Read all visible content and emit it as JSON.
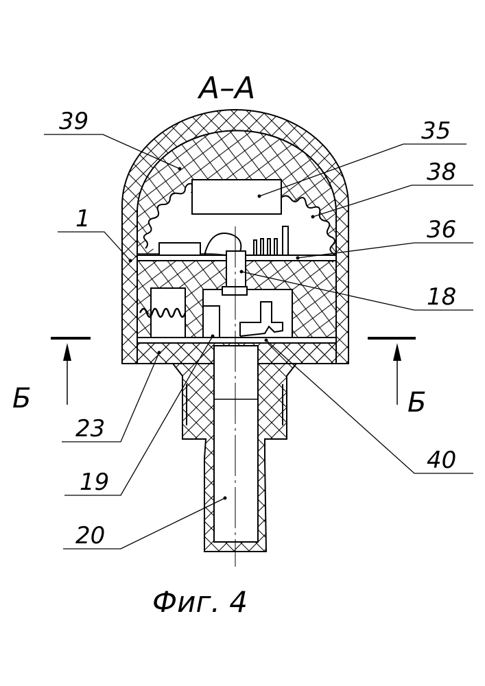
{
  "figure": {
    "section_title": "A–A",
    "caption": "Фиг. 4",
    "section_marks": {
      "left": "Б",
      "right": "Б"
    },
    "callouts": [
      {
        "id": "39",
        "text": "39"
      },
      {
        "id": "35",
        "text": "35"
      },
      {
        "id": "38",
        "text": "38"
      },
      {
        "id": "1",
        "text": "1"
      },
      {
        "id": "36",
        "text": "36"
      },
      {
        "id": "18",
        "text": "18"
      },
      {
        "id": "23",
        "text": "23"
      },
      {
        "id": "40",
        "text": "40"
      },
      {
        "id": "19",
        "text": "19"
      },
      {
        "id": "20",
        "text": "20"
      }
    ]
  },
  "colors": {
    "ink": "#000000",
    "paper": "#ffffff"
  }
}
